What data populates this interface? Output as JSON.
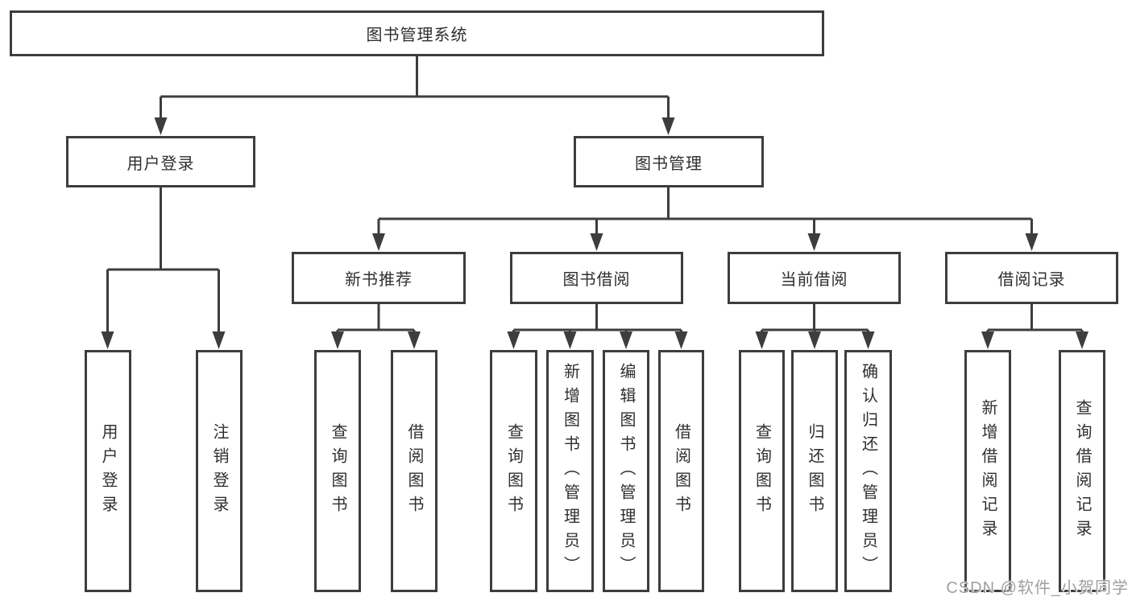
{
  "diagram_title": "图书管理系统",
  "tree": {
    "root_label": "图书管理系统",
    "branches": [
      {
        "label": "用户登录",
        "children": [
          {
            "label": "用户登录"
          },
          {
            "label": "注销登录"
          }
        ]
      },
      {
        "label": "图书管理",
        "children": [
          {
            "label": "新书推荐",
            "children": [
              {
                "label": "查询图书"
              },
              {
                "label": "借阅图书"
              }
            ]
          },
          {
            "label": "图书借阅",
            "children": [
              {
                "label": "查询图书"
              },
              {
                "label": "新增图书（管理员）"
              },
              {
                "label": "编辑图书（管理员）"
              },
              {
                "label": "借阅图书"
              }
            ]
          },
          {
            "label": "当前借阅",
            "children": [
              {
                "label": "查询图书"
              },
              {
                "label": "归还图书"
              },
              {
                "label": "确认归还（管理员）"
              }
            ]
          },
          {
            "label": "借阅记录",
            "children": [
              {
                "label": "新增借阅记录"
              },
              {
                "label": "查询借阅记录"
              }
            ]
          }
        ]
      }
    ]
  },
  "watermark": "CSDN @软件_小贺同学",
  "colors": {
    "line": "#3d3d3d",
    "box_border": "#3d3d3d",
    "text": "#2f2f2f",
    "background": "#ffffff",
    "watermark": "#9f9f9f"
  }
}
